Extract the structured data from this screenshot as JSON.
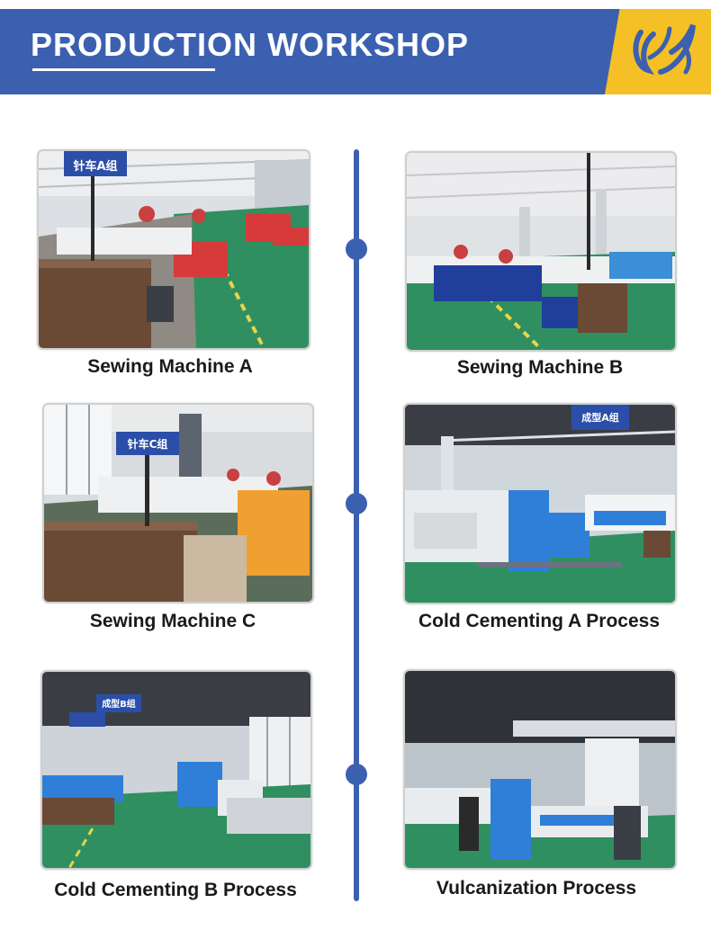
{
  "header": {
    "title": "PRODUCTION WORKSHOP"
  },
  "colors": {
    "brand_blue": "#3c60b0",
    "logo_yellow": "#f5c025",
    "floor_green": "#2f8f60"
  },
  "workshops": [
    {
      "caption": "Sewing Machine A",
      "sign": "针车A组"
    },
    {
      "caption": "Sewing Machine B",
      "sign": ""
    },
    {
      "caption": "Sewing Machine C",
      "sign": "针车C组"
    },
    {
      "caption": "Cold Cementing A Process",
      "sign": "成型A组"
    },
    {
      "caption": "Cold Cementing B Process",
      "sign": "成型B组"
    },
    {
      "caption": "Vulcanization Process",
      "sign": ""
    }
  ]
}
